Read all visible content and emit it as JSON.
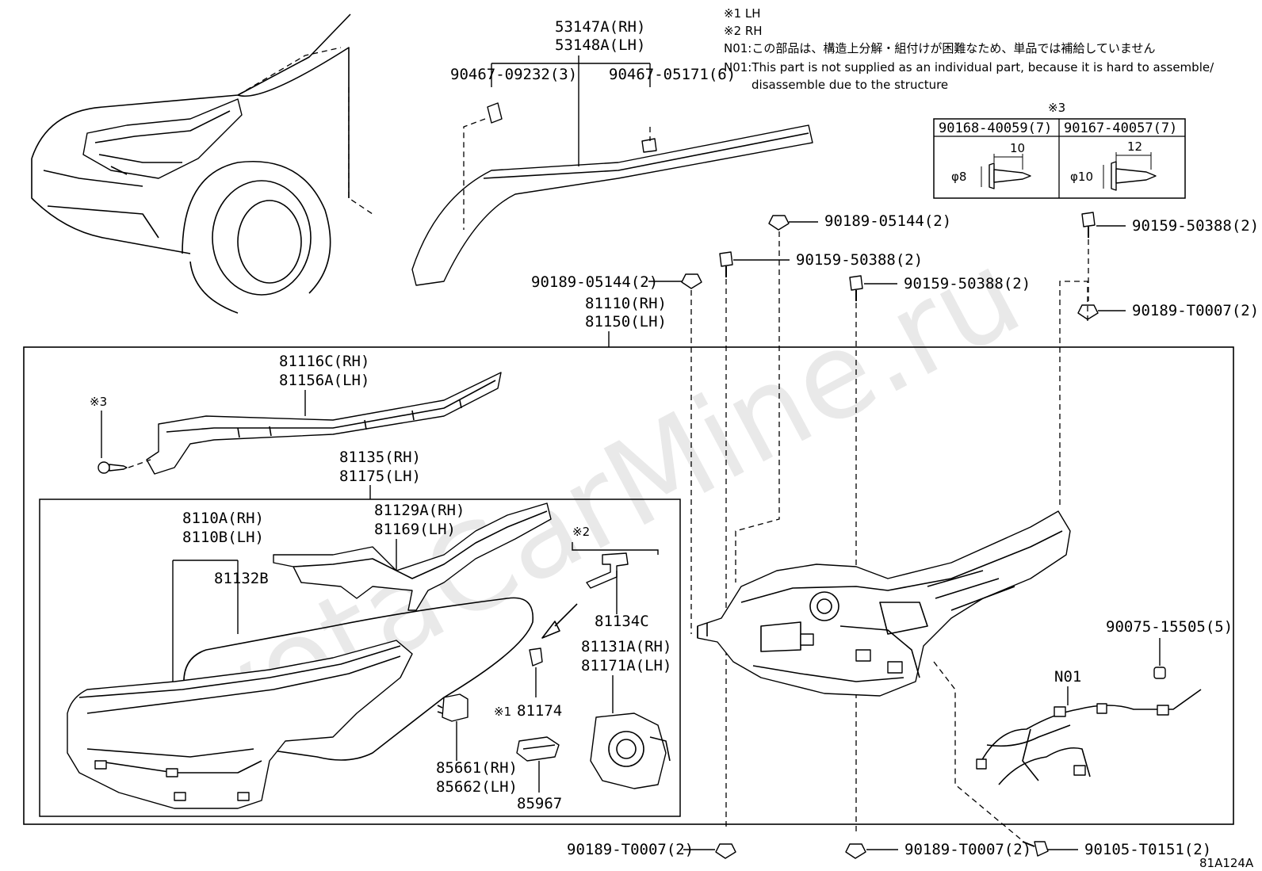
{
  "notes": {
    "n1": "※1  LH",
    "n2": "※2  RH",
    "n3_jp": "N01:この部品は、構造上分解・組付けが困難なため、単品では補給していません",
    "n3_en_1": "N01:This part is not supplied as an individual part, because it is hard to assemble/",
    "n3_en_2": "disassemble due to the structure"
  },
  "table": {
    "mark": "※3",
    "col1_header": "90168-40059(7)",
    "col2_header": "90167-40057(7)",
    "col1_len": "10",
    "col1_dia": "φ8",
    "col2_len": "12",
    "col2_dia": "φ10"
  },
  "labels": {
    "garnish_rh": "53147A(RH)",
    "garnish_lh": "53148A(LH)",
    "clip1": "90467-09232(3)",
    "clip2": "90467-05171(6)",
    "nut_top": "90189-05144(2)",
    "bolt_a": "90159-50388(2)",
    "bolt_b": "90159-50388(2)",
    "bolt_c": "90159-50388(2)",
    "nut_left": "90189-05144(2)",
    "nut_right": "90189-T0007(2)",
    "lamp_rh": "81110(RH)",
    "lamp_lh": "81150(LH)",
    "bracket_rh": "81116C(RH)",
    "bracket_lh": "81156A(LH)",
    "mark3": "※3",
    "unit_rh": "81135(RH)",
    "unit_lh": "81175(LH)",
    "lens_rh": "8110A(RH)",
    "lens_lh": "8110B(LH)",
    "gasket": "81132B",
    "cover_rh": "81129A(RH)",
    "cover_lh": "81169(LH)",
    "mark2": "※2",
    "part134": "81134C",
    "module_rh": "81131A(RH)",
    "module_lh": "81171A(LH)",
    "mark1": "※1",
    "part174": "81174",
    "comp_rh": "85661(RH)",
    "comp_lh": "85662(LH)",
    "part967": "85967",
    "grommet": "90075-15505(5)",
    "n01": "N01",
    "bottom1": "90189-T0007(2)",
    "bottom2": "90189-T0007(2)",
    "bottom3": "90105-T0151(2)",
    "code": "81A124A"
  },
  "watermark": "ToyotaCarMine.ru"
}
